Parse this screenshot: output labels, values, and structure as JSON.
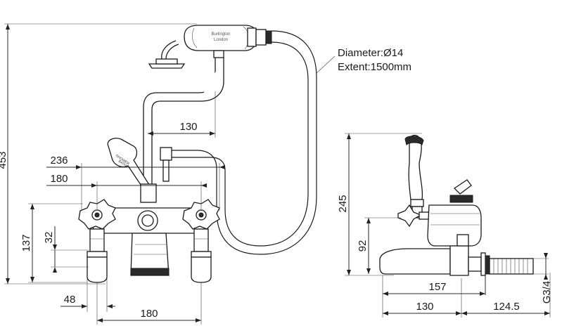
{
  "spec": {
    "diameter": "Diameter:Ø14",
    "extent": "Extent:1500mm"
  },
  "dimensions": {
    "overall_height": "453",
    "width_236": "236",
    "width_180_top": "180",
    "height_137": "137",
    "height_32": "32",
    "offset_48": "48",
    "width_180_bottom": "180",
    "hose_130": "130",
    "side_height_245": "245",
    "side_height_92": "92",
    "side_reach_157": "157",
    "side_depth_130": "130",
    "side_depth_124_5": "124.5",
    "thread_g3_4": "G3/4"
  },
  "branding": {
    "logo_line1": "Burlington",
    "logo_line2": "London",
    "lever_tag_line1": "SHOWER",
    "lever_tag_line2": "BATH"
  }
}
